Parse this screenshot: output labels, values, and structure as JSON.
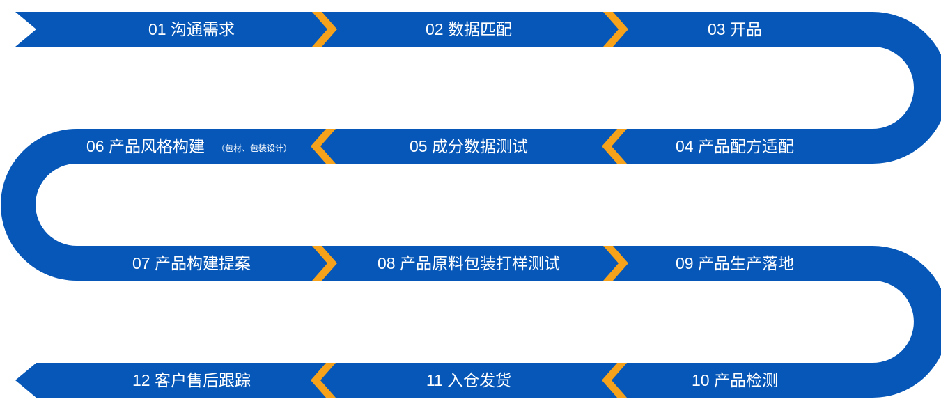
{
  "colors": {
    "band": "#0657b8",
    "chevron": "#f7a21b",
    "text": "#ffffff",
    "background": "#ffffff"
  },
  "steps": [
    {
      "label": "01 沟通需求"
    },
    {
      "label": "02 数据匹配"
    },
    {
      "label": "03 开品"
    },
    {
      "label": "04 产品配方适配"
    },
    {
      "label": "05 成分数据测试"
    },
    {
      "label": "06 产品风格构建",
      "note": "（包材、包装设计）"
    },
    {
      "label": "07 产品构建提案"
    },
    {
      "label": "08 产品原料包装打样测试"
    },
    {
      "label": "09 产品生产落地"
    },
    {
      "label": "10 产品检测"
    },
    {
      "label": "11 入仓发货"
    },
    {
      "label": "12 客户售后跟踪"
    }
  ]
}
